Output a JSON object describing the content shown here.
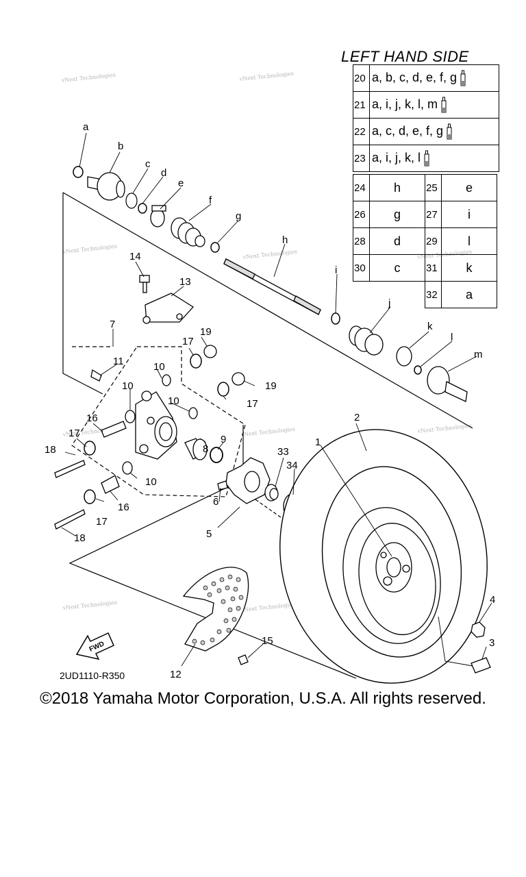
{
  "table": {
    "title": "LEFT HAND SIDE",
    "wide_rows": [
      {
        "num": "20",
        "parts": "a, b, c, d, e, f, g"
      },
      {
        "num": "21",
        "parts": "a, i, j, k, l, m"
      },
      {
        "num": "22",
        "parts": "a, c, d, e, f, g"
      },
      {
        "num": "23",
        "parts": "a, i, j, k, l"
      }
    ],
    "pair_rows": [
      {
        "n1": "24",
        "v1": "h",
        "n2": "25",
        "v2": "e"
      },
      {
        "n1": "26",
        "v1": "g",
        "n2": "27",
        "v2": "i"
      },
      {
        "n1": "28",
        "v1": "d",
        "n2": "29",
        "v2": "l"
      },
      {
        "n1": "30",
        "v1": "c",
        "n2": "31",
        "v2": "k"
      }
    ],
    "single_row": {
      "num": "32",
      "val": "a"
    }
  },
  "callouts": {
    "a": "a",
    "b": "b",
    "c": "c",
    "d": "d",
    "e": "e",
    "f": "f",
    "g": "g",
    "h": "h",
    "i": "i",
    "j": "j",
    "k": "k",
    "l": "l",
    "m": "m",
    "n1": "1",
    "n2": "2",
    "n3": "3",
    "n4": "4",
    "n5": "5",
    "n6": "6",
    "n7": "7",
    "n8": "8",
    "n9": "9",
    "n10": "10",
    "n11": "11",
    "n12": "12",
    "n13": "13",
    "n14": "14",
    "n15": "15",
    "n16": "16",
    "n17": "17",
    "n18": "18",
    "n19": "19",
    "n33": "33",
    "n34": "34"
  },
  "watermark": "vNext Technologies",
  "fwd_label": "FWD",
  "diagram_code": "2UD1110-R350",
  "copyright": "©2018 Yamaha Motor Corporation, U.S.A. All rights reserved."
}
